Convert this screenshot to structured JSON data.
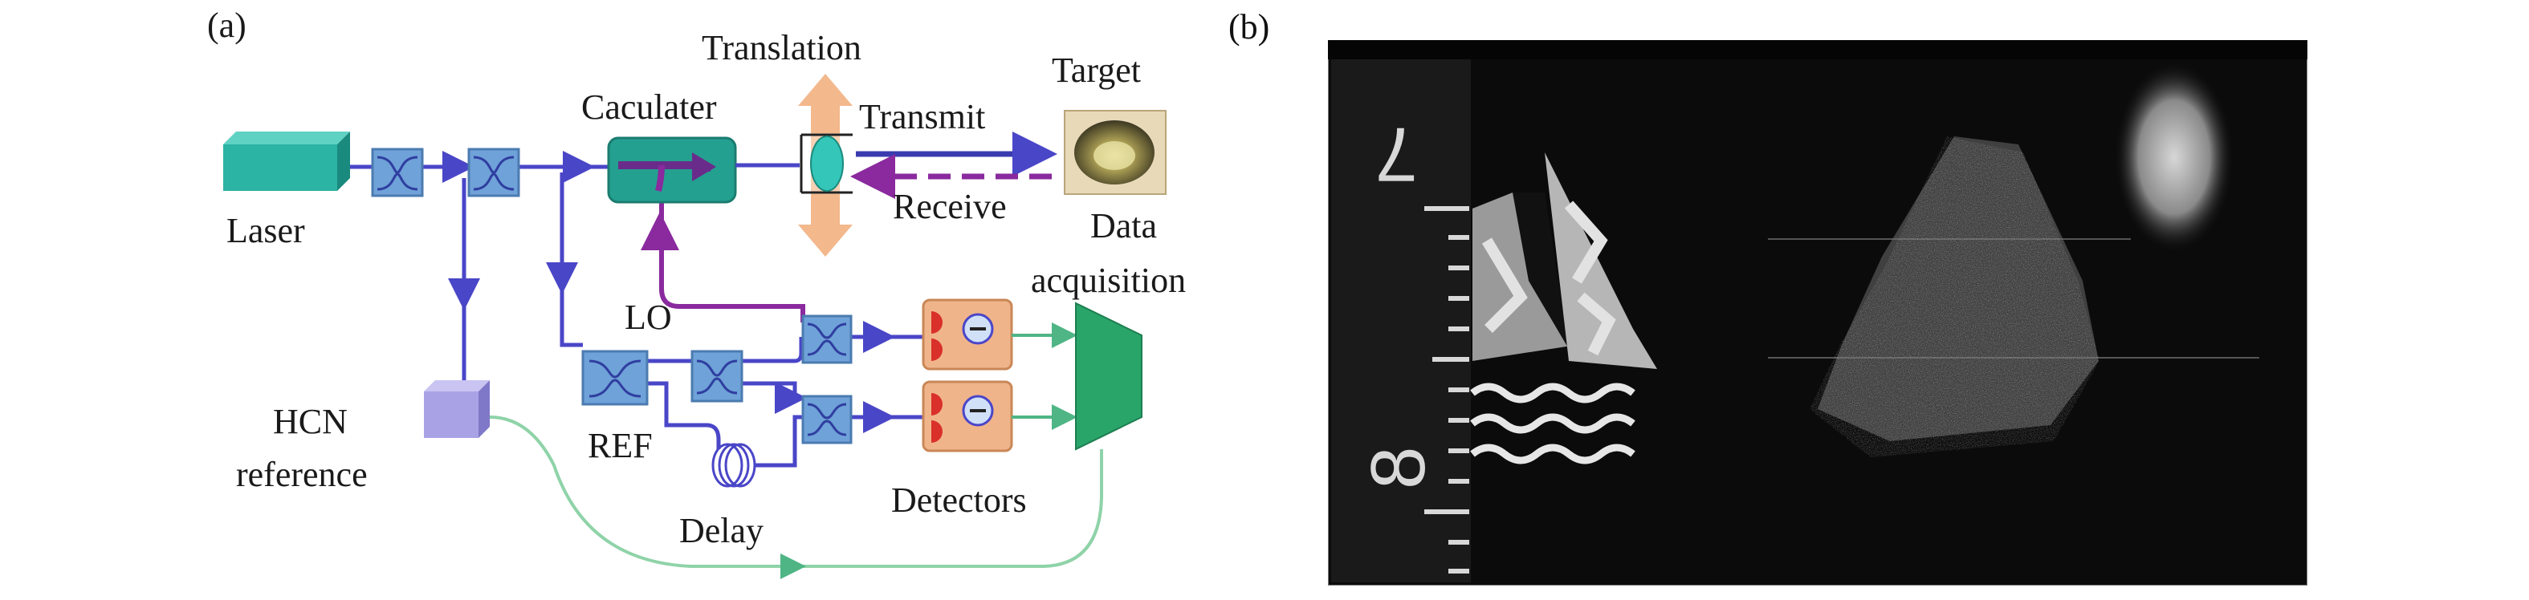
{
  "panel_a": {
    "panel_label": "(a)",
    "labels": {
      "laser": "Laser",
      "translation": "Translation",
      "target": "Target",
      "caculater": "Caculater",
      "transmit": "Transmit",
      "receive": "Receive",
      "data_acquisition_line1": "Data",
      "data_acquisition_line2": "acquisition",
      "lo": "LO",
      "hcn_line1": "HCN",
      "hcn_line2": "reference",
      "ref": "REF",
      "delay": "Delay",
      "detectors": "Detectors"
    },
    "colors": {
      "beam": "#4a46c8",
      "receive_beam": "#8a2a9e",
      "coupler_fill": "#6fa2d8",
      "laser_fill": "#2bb3a3",
      "circulator_fill": "#24a090",
      "detector_fill": "#f0b48a",
      "detector_dot": "#d9302a",
      "daq_fill": "#2aa56a",
      "hcn_fill": "#a9a3e6",
      "translation_arrow": "#f2b486",
      "hcn_path": "#8fd3a8"
    }
  },
  "panel_b": {
    "panel_label": "(b)",
    "ruler_numbers": [
      "7",
      "8"
    ],
    "colors": {
      "background": "#0b0b0b",
      "ruler": "#d8d8d8",
      "sail": "#cfcfcf"
    }
  }
}
